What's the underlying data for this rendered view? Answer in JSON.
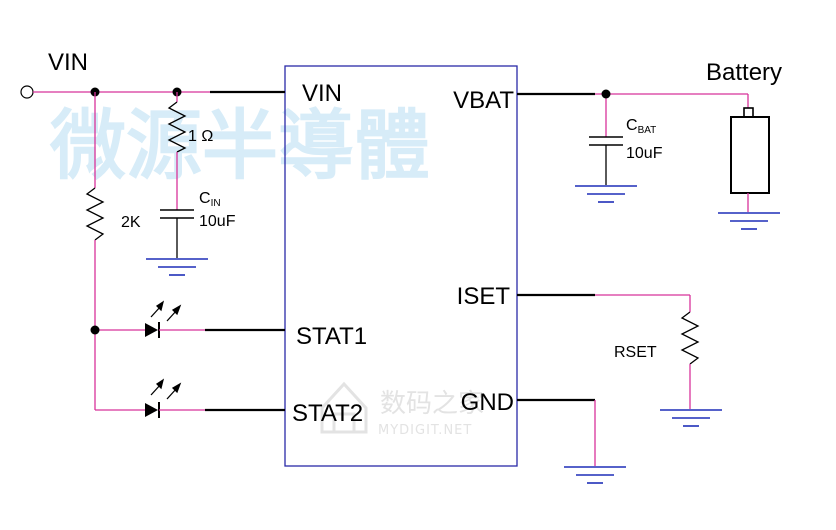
{
  "colors": {
    "wire": "#d8339a",
    "ground": "#1f2fb8",
    "chip": "#2a2aa8",
    "black": "#000000",
    "watermark_blue": "#d7ecf8",
    "watermark_gray": "#e3e3e3"
  },
  "labels": {
    "vin_node": "VIN",
    "battery": "Battery",
    "r_in": "1 Ω",
    "r_2k": "2K",
    "cin_main": "C",
    "cin_sub": "IN",
    "cin_val": "10uF",
    "cbat_main": "C",
    "cbat_sub": "BAT",
    "cbat_val": "10uF",
    "rset": "RSET"
  },
  "chip": {
    "pins_left": [
      "VIN",
      "STAT1",
      "STAT2"
    ],
    "pins_right": [
      "VBAT",
      "ISET",
      "GND"
    ]
  },
  "watermark": {
    "cn_top": "微源半導體",
    "cn_bottom": "数码之家",
    "url": "MYDIGIT.NET"
  }
}
